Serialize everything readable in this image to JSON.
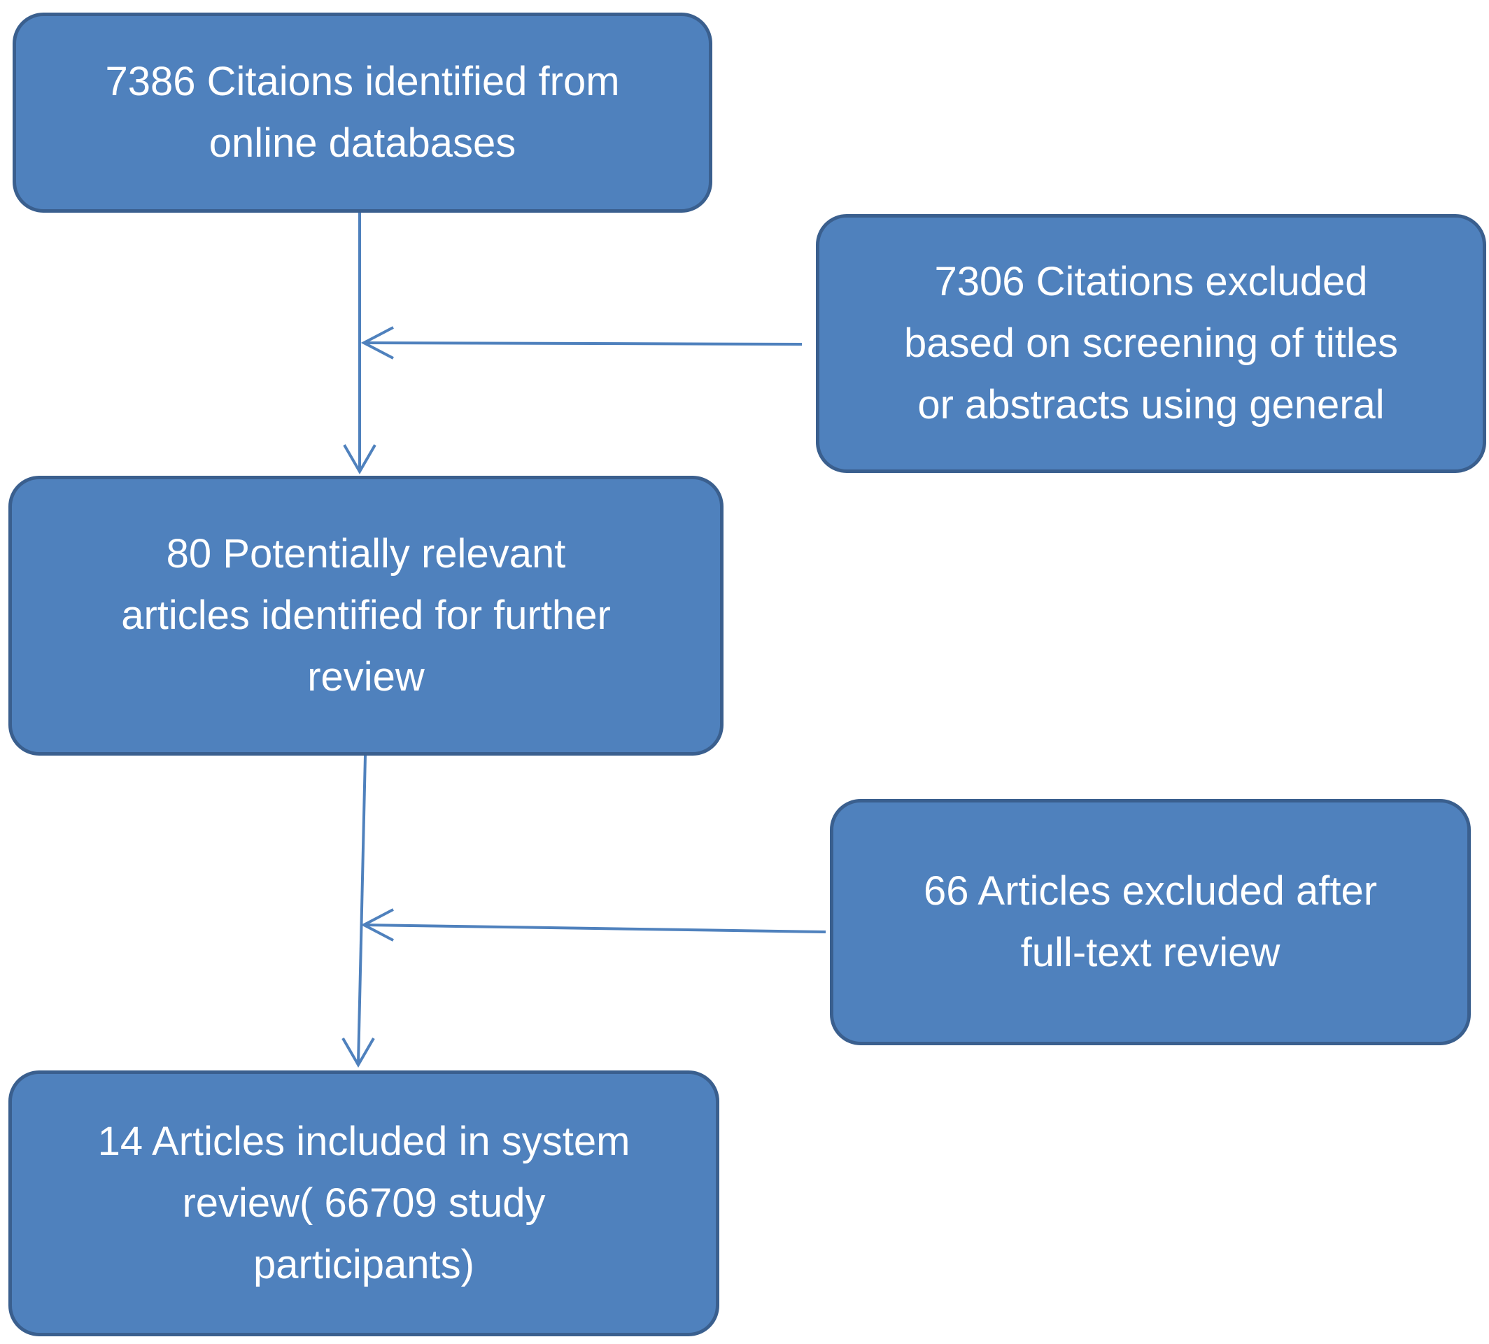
{
  "flowchart": {
    "citations_identified": "7386 Citaions identified from\nonline databases",
    "citations_excluded": "7306 Citations excluded\nbased on screening of titles\nor abstracts using general",
    "potentially_relevant": "80 Potentially relevant\narticles identified for further\nreview",
    "articles_excluded": "66 Articles excluded after\nfull-text review",
    "articles_included": "14 Articles included in system\nreview( 66709 study\nparticipants)"
  },
  "colors": {
    "box_fill": "#4f81bd",
    "box_border": "#3a5f8e",
    "text": "#ffffff",
    "connector": "#4f81bd"
  }
}
